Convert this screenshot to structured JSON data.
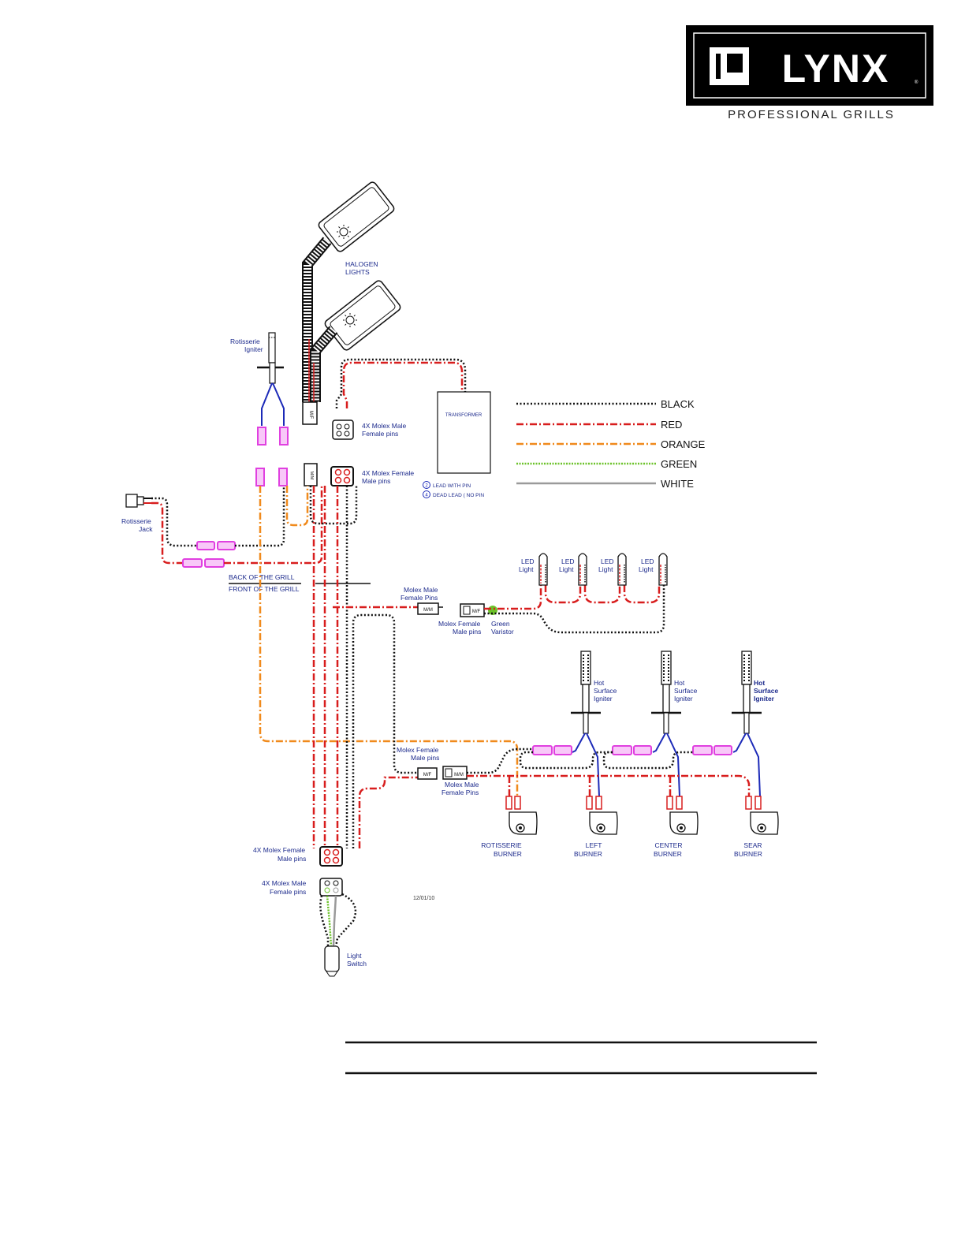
{
  "logo": {
    "brand": "LYNX",
    "tagline": "PROFESSIONAL GRILLS"
  },
  "legend": {
    "black": "BLACK",
    "red": "RED",
    "orange": "ORANGE",
    "green": "GREEN",
    "white": "WHITE"
  },
  "colors": {
    "black": "#111111",
    "red": "#d81e1e",
    "orange": "#f08a1c",
    "green": "#6cc22a",
    "white": "#9a9a9a",
    "blue": "#1c2ab8",
    "magenta": "#e040e0",
    "label": "#1c2a8c"
  },
  "labels": {
    "halogen": [
      "HALOGEN",
      "LIGHTS"
    ],
    "rotisserie_igniter": [
      "Rotisserie",
      "Igniter"
    ],
    "molex_male_4x_top": [
      "4X Molex Male",
      "Female pins"
    ],
    "molex_female_4x_top": [
      "4X Molex Female",
      "Male pins"
    ],
    "transformer": "TRANSFORMER",
    "lead_with_pin": "LEAD WITH PIN",
    "dead_lead": "DEAD LEAD  ( NO PIN",
    "pin_2": "2",
    "pin_4": "4",
    "rotisserie_jack": [
      "Rotisserie",
      "Jack"
    ],
    "back_of_grill": "BACK OF THE GRILL",
    "front_of_grill": "FRONT OF THE GRILL",
    "molex_male_female_pins": [
      "Molex Male",
      "Female Pins"
    ],
    "molex_female_male_pins": [
      "Molex Female",
      "Male pins"
    ],
    "green_varistor": [
      "Green",
      "Varistor"
    ],
    "led_light": [
      "LED",
      "Light"
    ],
    "hot_surface_igniter": [
      "Hot",
      "Surface",
      "Igniter"
    ],
    "molex_female_male_pins_2": [
      "Molex Female",
      "Male pins"
    ],
    "molex_male_female_pins_2": [
      "Molex Male",
      "Female Pins"
    ],
    "rotisserie_burner": [
      "ROTISSERIE",
      "BURNER"
    ],
    "left_burner": [
      "LEFT",
      "BURNER"
    ],
    "center_burner": [
      "CENTER",
      "BURNER"
    ],
    "sear_burner": [
      "SEAR",
      "BURNER"
    ],
    "molex_female_4x_bottom": [
      "4X Molex Female",
      "Male pins"
    ],
    "molex_male_4x_bottom": [
      "4X Molex Male",
      "Female pins"
    ],
    "light_switch": [
      "Light",
      "Switch"
    ],
    "date": "12/01/10",
    "mf": "M/F",
    "mm": "M/M"
  }
}
